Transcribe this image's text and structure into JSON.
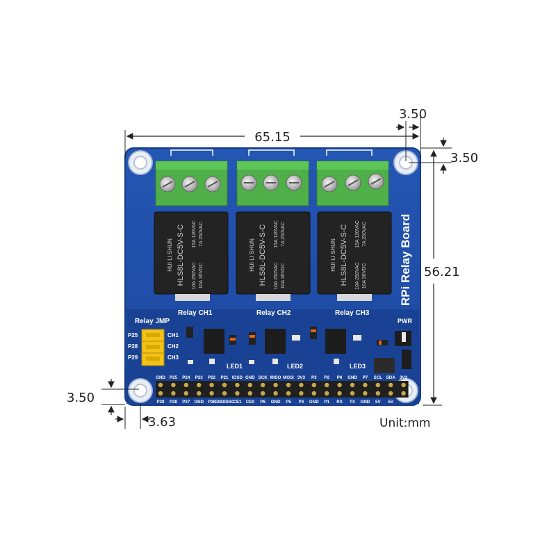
{
  "diagram": {
    "board_title": "RPi Relay Board",
    "unit": "Unit:mm",
    "dimensions": {
      "width": "65.15",
      "height": "56.21",
      "hole_offset_top_x": "3.50",
      "hole_offset_top_y": "3.50",
      "hole_offset_bottom_y": "3.50",
      "hole_offset_bottom_x": "3.63"
    },
    "relay_channels": [
      {
        "label": "Relay CH1",
        "led": "LED1"
      },
      {
        "label": "Relay CH2",
        "led": "LED2"
      },
      {
        "label": "Relay CH3",
        "led": "LED3"
      }
    ],
    "relay_markings": {
      "brand": "HUI LI SHUN",
      "model": "HLS8L-DC5V-S-C",
      "rating_1": "10A 250VAC",
      "rating_2": "10A 30VDC",
      "rating_3": "15A 120VAC",
      "rating_4": "7A 250VAC"
    },
    "jumper": {
      "title": "Relay JMP",
      "pins": [
        "P25",
        "P28",
        "P29"
      ],
      "channels": [
        "CH1",
        "CH2",
        "CH3"
      ]
    },
    "power_label": "PWR",
    "header_top_labels": [
      "GND",
      "P25",
      "P24",
      "P23",
      "P22",
      "P21",
      "IOSD",
      "GND",
      "SCK",
      "MISO",
      "MOSI",
      "3V3",
      "P3",
      "P2",
      "P0",
      "GND",
      "P7",
      "SCL",
      "SDA",
      "3V3"
    ],
    "header_bottom_labels": [
      "P29",
      "P28",
      "P27",
      "GND",
      "P26",
      "GNDIDSC",
      "CE1",
      "CE0",
      "P6",
      "GND",
      "P5",
      "P4",
      "GND",
      "P1",
      "RX",
      "TX",
      "GND",
      "5V",
      "5V"
    ],
    "colors": {
      "pcb": "#1f4ea8",
      "pcb_dark": "#163c86",
      "terminal": "#4fb04a",
      "relay": "#232323",
      "jumper": "#f2c218",
      "header": "#202020"
    }
  }
}
